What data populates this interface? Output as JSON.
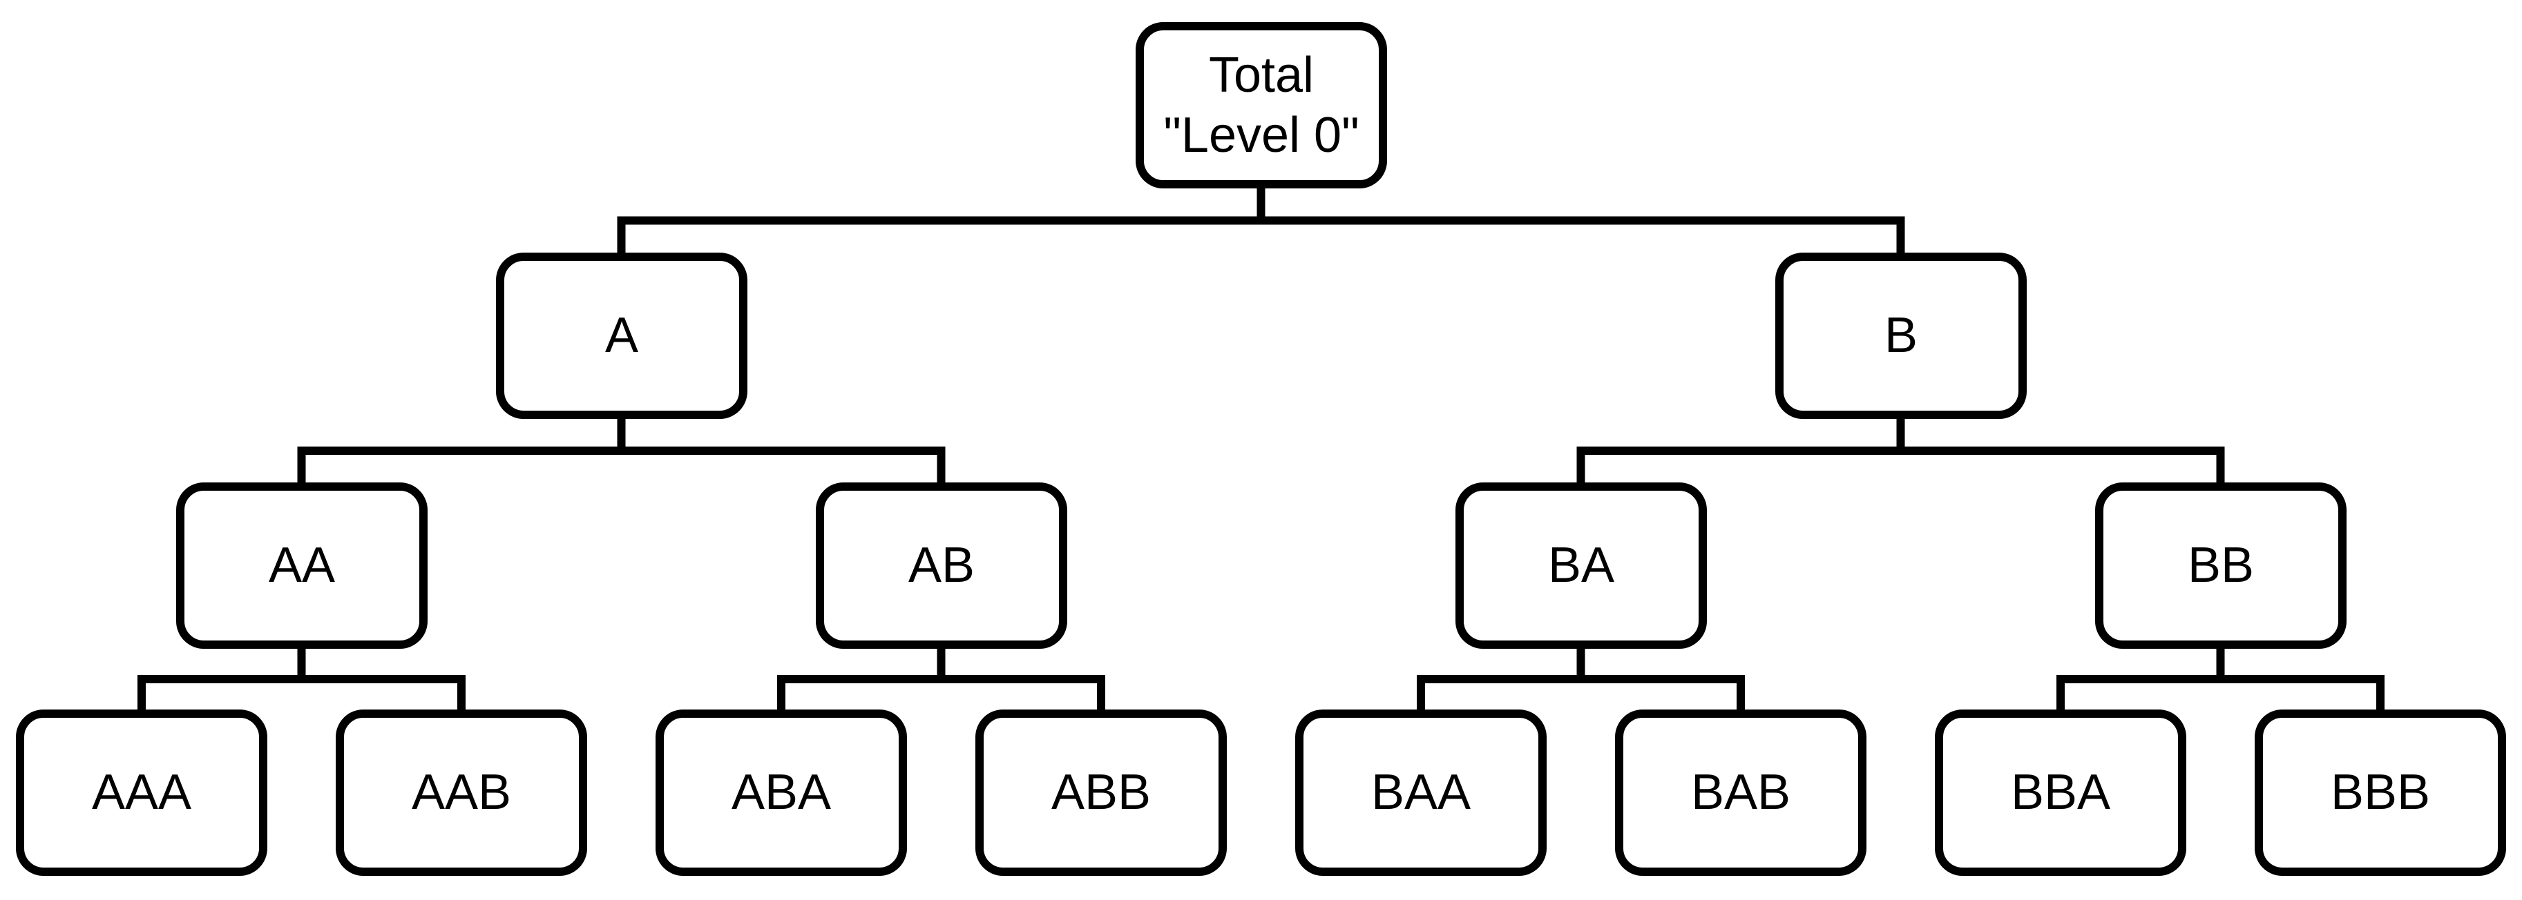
{
  "diagram": {
    "type": "hierarchy-tree",
    "background_color": "#ffffff",
    "line_color": "#000000",
    "node_style": {
      "fill": "#ffffff",
      "border_color": "#000000",
      "text_color": "#000000"
    },
    "root": {
      "id": "total",
      "label_lines": [
        "Total",
        "\"Level 0\""
      ],
      "children": [
        {
          "id": "a",
          "label_lines": [
            "A"
          ],
          "children": [
            {
              "id": "aa",
              "label_lines": [
                "AA"
              ],
              "children": [
                {
                  "id": "aaa",
                  "label_lines": [
                    "AAA"
                  ],
                  "children": []
                },
                {
                  "id": "aab",
                  "label_lines": [
                    "AAB"
                  ],
                  "children": []
                }
              ]
            },
            {
              "id": "ab",
              "label_lines": [
                "AB"
              ],
              "children": [
                {
                  "id": "aba",
                  "label_lines": [
                    "ABA"
                  ],
                  "children": []
                },
                {
                  "id": "abb",
                  "label_lines": [
                    "ABB"
                  ],
                  "children": []
                }
              ]
            }
          ]
        },
        {
          "id": "b",
          "label_lines": [
            "B"
          ],
          "children": [
            {
              "id": "ba",
              "label_lines": [
                "BA"
              ],
              "children": [
                {
                  "id": "baa",
                  "label_lines": [
                    "BAA"
                  ],
                  "children": []
                },
                {
                  "id": "bab",
                  "label_lines": [
                    "BAB"
                  ],
                  "children": []
                }
              ]
            },
            {
              "id": "bb",
              "label_lines": [
                "BB"
              ],
              "children": [
                {
                  "id": "bba",
                  "label_lines": [
                    "BBA"
                  ],
                  "children": []
                },
                {
                  "id": "bbb",
                  "label_lines": [
                    "BBB"
                  ],
                  "children": []
                }
              ]
            }
          ]
        }
      ]
    }
  }
}
